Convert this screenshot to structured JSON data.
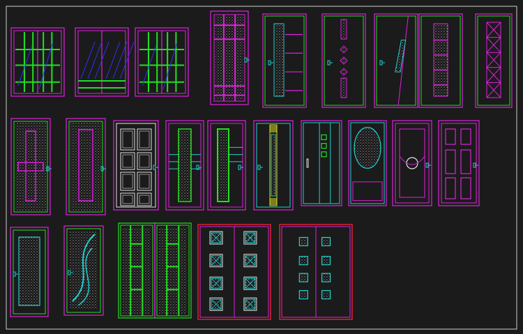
{
  "drawing": {
    "background": "#1b1b1b",
    "frame_color": "#cfcfcf",
    "palette": {
      "magenta": "#e020e0",
      "green": "#22e022",
      "cyan": "#20d0d0",
      "blue": "#3030ff",
      "red": "#e02030",
      "yellow": "#e0e020",
      "white": "#e6e6e6"
    }
  },
  "elements": [
    {
      "name": "window-grid-1",
      "style": "window-grid"
    },
    {
      "name": "window-diagonal",
      "style": "window-diag"
    },
    {
      "name": "window-grid-2",
      "style": "window-grid"
    },
    {
      "name": "door-dotted-grid",
      "style": "door-dotted-grid"
    },
    {
      "name": "door-vertical-glass-strip",
      "style": "door-strip"
    },
    {
      "name": "door-diamond-inserts",
      "style": "door-diamonds"
    },
    {
      "name": "door-slanted-glass",
      "style": "door-slant"
    },
    {
      "name": "door-stacked-blocks",
      "style": "door-blocks"
    },
    {
      "name": "door-x-lattice",
      "style": "door-lattice"
    },
    {
      "name": "door-cross-glass-1",
      "style": "door-cross"
    },
    {
      "name": "door-vertical-glass-1",
      "style": "door-vglass"
    },
    {
      "name": "door-raised-panels-white",
      "style": "door-panels"
    },
    {
      "name": "door-glass-horizontal-bars",
      "style": "door-hbars"
    },
    {
      "name": "door-glass-horizontal-bars-green",
      "style": "door-hbars-green"
    },
    {
      "name": "door-yellow-strip",
      "style": "door-yellow"
    },
    {
      "name": "door-flush-three-squares",
      "style": "door-flush"
    },
    {
      "name": "door-oval-glass",
      "style": "door-oval"
    },
    {
      "name": "door-circle-arch",
      "style": "door-circle"
    },
    {
      "name": "door-six-panel",
      "style": "door-six"
    },
    {
      "name": "door-full-glass",
      "style": "door-fullglass"
    },
    {
      "name": "door-wave-glass",
      "style": "door-wave"
    },
    {
      "name": "double-door-dotted-panels",
      "style": "double-dotted"
    },
    {
      "name": "double-door-square-inserts",
      "style": "double-squares"
    },
    {
      "name": "double-door-small-squares",
      "style": "double-small"
    }
  ]
}
